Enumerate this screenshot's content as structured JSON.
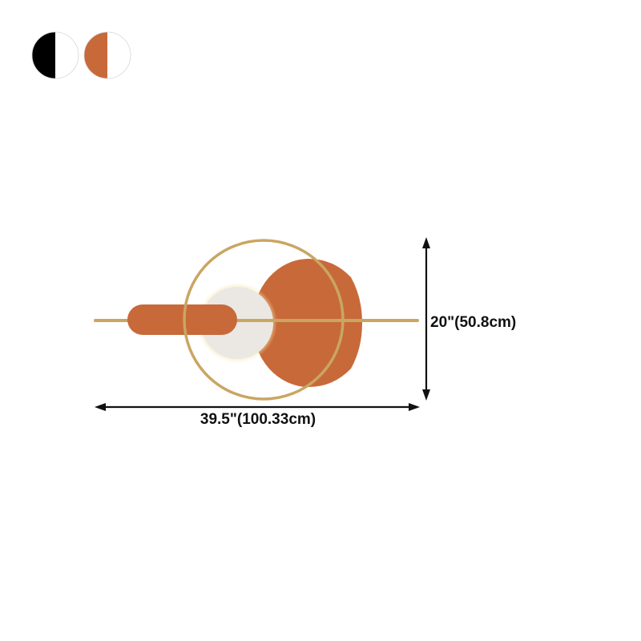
{
  "colors": {
    "black": "#000000",
    "white": "#ffffff",
    "orange": "#c8693a",
    "gold": "#c9a661",
    "lamp_light": "#ebe8e4",
    "glow": "#f5d98c",
    "arrow": "#111111"
  },
  "color_options": [
    {
      "name": "black-white",
      "colors": [
        "#000000",
        "#ffffff"
      ]
    },
    {
      "name": "orange-white",
      "colors": [
        "#c8693a",
        "#ffffff"
      ]
    }
  ],
  "dimensions": {
    "width_label": "39.5\"(100.33cm)",
    "height_label": "20\"(50.8cm)"
  }
}
